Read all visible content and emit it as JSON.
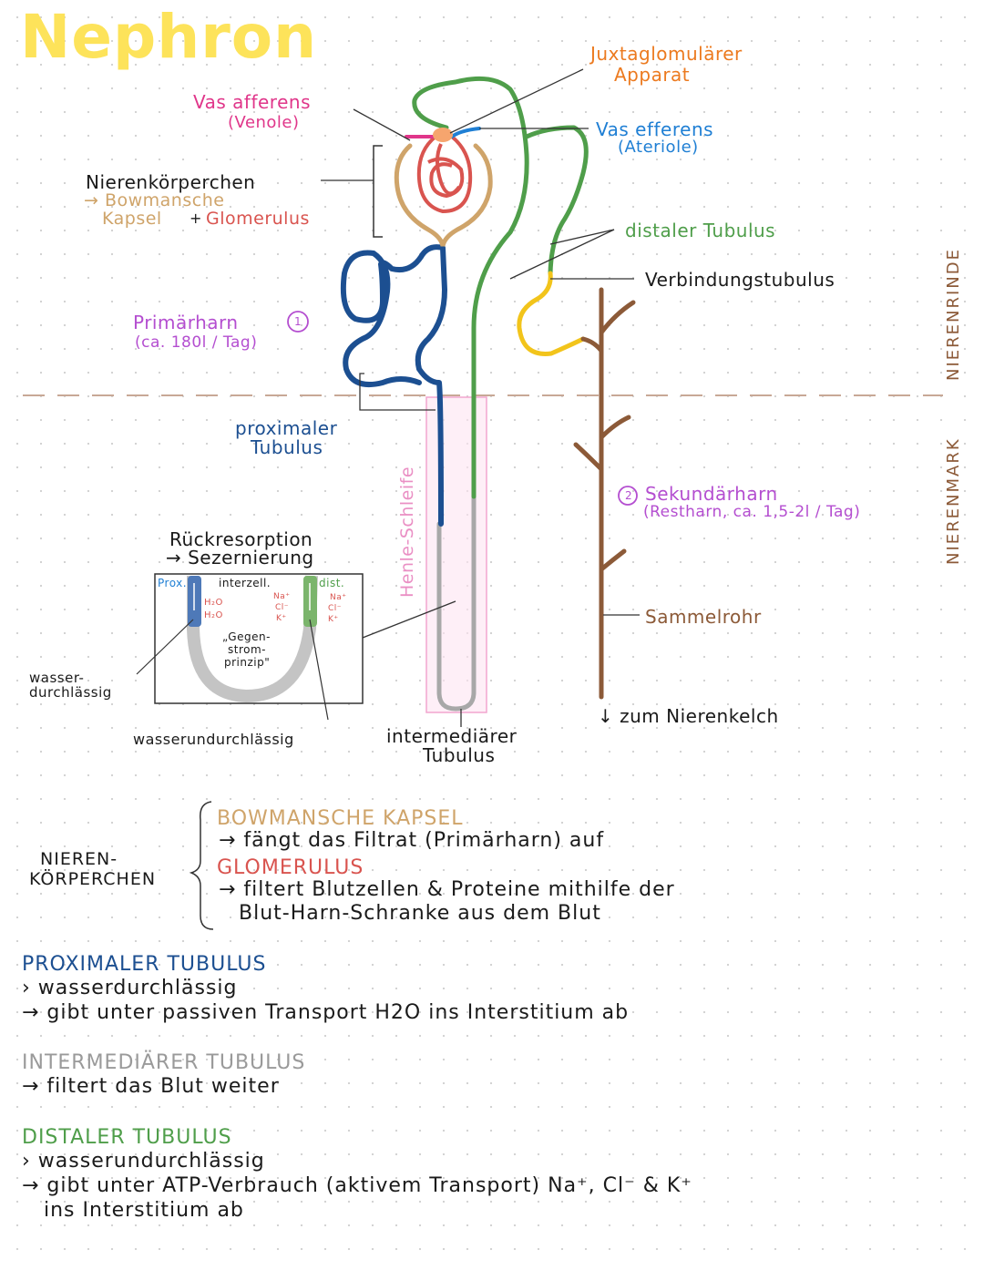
{
  "title": "Nephron",
  "labels": {
    "vas_afferens": "Vas afferens",
    "venole": "(Venole)",
    "juxta_1": "Juxtaglomulärer",
    "juxta_2": "Apparat",
    "vas_efferens": "Vas efferens",
    "arteriole": "(Ateriole)",
    "nierenkoerperchen": "Nierenkörperchen",
    "bowman_1": "→ Bowmansche",
    "kapsel": "Kapsel",
    "plus": "+",
    "glomerulus": "Glomerulus",
    "distaler_tubulus": "distaler Tubulus",
    "verbindungstubulus": "Verbindungstubulus",
    "primaerharn": "Primärharn",
    "primaerharn_num": "1",
    "primaerharn_amount": "(ca. 180l / Tag)",
    "nierenrinde": "NIERENRINDE",
    "nierenmark": "NIERENMARK",
    "proximaler_1": "proximaler",
    "proximaler_2": "Tubulus",
    "henle": "Henle-Schleife",
    "sekundaerharn_num": "2",
    "sekundaerharn": "Sekundärharn",
    "sekundaerharn_amount": "(Restharn, ca. 1,5-2l / Tag)",
    "rueckresorption": "Rückresorption",
    "sezernierung": "→ Sezernierung",
    "inset_prox": "Prox.",
    "inset_interzell": "interzell.",
    "inset_dist": "dist.",
    "inset_h2o_1": "H₂O",
    "inset_h2o_2": "H₂O",
    "inset_na": "Na⁺",
    "inset_cl": "Cl⁻",
    "inset_k": "K⁺",
    "inset_na_r": "Na⁺",
    "inset_cl_r": "Cl⁻",
    "inset_k_r": "K⁺",
    "gegen_1": "„Gegen-",
    "gegen_2": "strom-",
    "gegen_3": "prinzip\"",
    "wasserdurch_1": "wasser-",
    "wasserdurch_2": "durchlässig",
    "wasserundurch": "wasserundurchlässig",
    "sammelrohr": "Sammelrohr",
    "zum_nierenkelch": "↓ zum Nierenkelch",
    "intermed_1": "intermediärer",
    "intermed_2": "Tubulus"
  },
  "notes": {
    "nieren_1": "NIEREN-",
    "nieren_2": "KÖRPERCHEN",
    "bowman_head": "BOWMANSCHE KAPSEL",
    "bowman_text": "→ fängt das Filtrat (Primärharn) auf",
    "glom_head": "GLOMERULUS",
    "glom_text_1": "→ filtert Blutzellen & Proteine mithilfe der",
    "glom_text_2": "Blut-Harn-Schranke aus dem Blut",
    "prox_head": "PROXIMALER TUBULUS",
    "prox_1": "› wasserdurchlässig",
    "prox_2": "→ gibt unter passiven Transport H2O ins Interstitium ab",
    "inter_head": "INTERMEDIÄRER TUBULUS",
    "inter_1": "→ filtert das Blut weiter",
    "dist_head": "DISTALER TUBULUS",
    "dist_1": "› wasserundurchlässig",
    "dist_2": "→ gibt unter ATP-Verbrauch (aktivem Transport) Na⁺, Cl⁻ & K⁺",
    "dist_3": "ins Interstitium ab"
  },
  "colors": {
    "title": "#fde35a",
    "vas_afferens": "#e0368a",
    "juxta": "#ec7a1f",
    "vas_efferens": "#1f7fd4",
    "distal": "#4f9e4a",
    "bowman": "#cfa46a",
    "glomerulus": "#d9544f",
    "proximal": "#1c4f91",
    "intermediate": "#a8a8a8",
    "connecting": "#f2c41b",
    "collecting_duct": "#8c5a38",
    "primaerharn": "#b44ed0"
  }
}
